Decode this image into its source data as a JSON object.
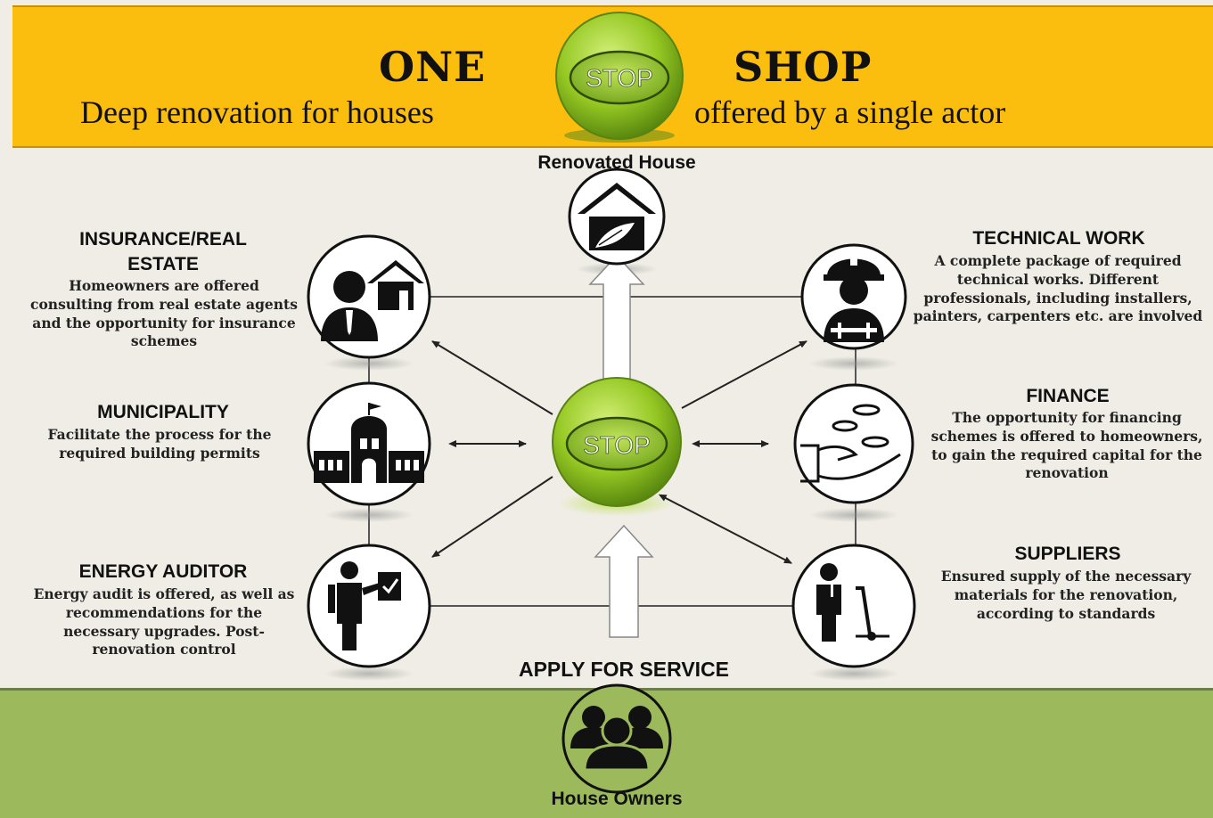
{
  "header": {
    "title_left": "ONE",
    "title_right": "SHOP",
    "subtitle_left": "Deep renovation for houses",
    "subtitle_right": "offered by a single actor",
    "hub_label": "STOP"
  },
  "center_hub": {
    "label": "STOP"
  },
  "top_node": {
    "label": "Renovated House"
  },
  "bottom": {
    "apply_label": "APPLY FOR SERVICE",
    "owners_label": "House Owners"
  },
  "actors": {
    "insurance": {
      "title": "INSURANCE/REAL ESTATE",
      "description": "Homeowners are offered consulting from real estate agents and the opportunity for insurance schemes"
    },
    "municipality": {
      "title": "MUNICIPALITY",
      "description": "Facilitate the process for the required building permits"
    },
    "energy_auditor": {
      "title": "ENERGY AUDITOR",
      "description": "Energy audit is offered, as well as recommendations for the necessary upgrades. Post-renovation control"
    },
    "technical_work": {
      "title": "TECHNICAL WORK",
      "description": "A complete package of required technical works. Different professionals, including installers, painters, carpenters etc. are involved"
    },
    "finance": {
      "title": "FINANCE",
      "description": "The opportunity for financing schemes is offered to homeowners, to gain the required capital for the renovation"
    },
    "suppliers": {
      "title": "SUPPLIERS",
      "description": "Ensured supply of the necessary materials for the renovation, according to standards"
    }
  },
  "colors": {
    "banner": "#fbbd0e",
    "bottom_band": "#9cba5c",
    "background": "#efede5",
    "hub_green": "#8dc21f",
    "icon_dark": "#111111"
  },
  "icons": {
    "renovated_house": "house-leaf-icon",
    "insurance": "agent-house-icon",
    "municipality": "town-hall-icon",
    "energy_auditor": "auditor-clipboard-icon",
    "technical_work": "worker-hardhat-icon",
    "finance": "hand-coins-icon",
    "suppliers": "supplier-cart-icon",
    "owners": "people-group-icon"
  }
}
